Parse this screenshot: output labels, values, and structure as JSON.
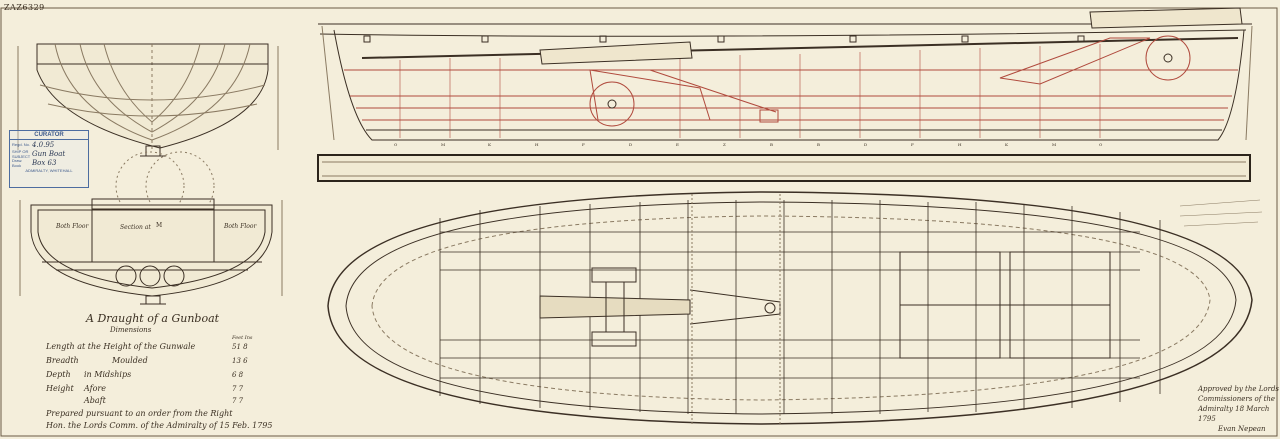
{
  "sheet": {
    "reference_number": "ZAZ6329",
    "background_color": "#f4eedb",
    "ink_color": "#3b2f24",
    "red_ink_color": "#b04a3d"
  },
  "stamp": {
    "header": "CURATOR",
    "rows": [
      {
        "label": "Regd. No.",
        "value": "4.0.95"
      },
      {
        "label": "SHIP OR SUBJECT",
        "value": "Gun Boat"
      },
      {
        "label": "Draw. Book",
        "value": "Box 63"
      }
    ],
    "footer": "ADMIRALTY, WHITEHALL"
  },
  "midsection": {
    "left_label": "Both Floor",
    "center_label": "Section at",
    "center_mark": "M",
    "right_label": "Both Floor"
  },
  "profile": {
    "stations": [
      "O",
      "M",
      "K",
      "H",
      "F",
      "D",
      "E",
      "Z",
      "B",
      "B",
      "D",
      "F",
      "H",
      "K",
      "M",
      "O"
    ]
  },
  "legend": {
    "title": "A Draught of a Gunboat",
    "dimensions_heading": "Dimensions",
    "units": "Feet Ins",
    "rows": [
      {
        "label": "Length at the Height of the Gunwale",
        "value": "51 8"
      },
      {
        "label": "Breadth",
        "sub": "Moulded",
        "value": "13 6"
      },
      {
        "label": "Depth",
        "sub": "in Midships",
        "value": "6 8"
      },
      {
        "label": "Height",
        "sub": "Afore",
        "value": "7 7"
      },
      {
        "label": "",
        "sub": "Abaft",
        "value": "7 7"
      }
    ],
    "note_line_1": "Prepared pursuant to an order from the Right",
    "note_line_2": "Hon. the Lords Comm. of the Admiralty of 15 Feb. 1795"
  },
  "approval": {
    "lines": [
      "Approved by the Lords",
      "Commissioners of the",
      "Admiralty 18 March",
      "1795",
      "Evan Nepean"
    ]
  }
}
